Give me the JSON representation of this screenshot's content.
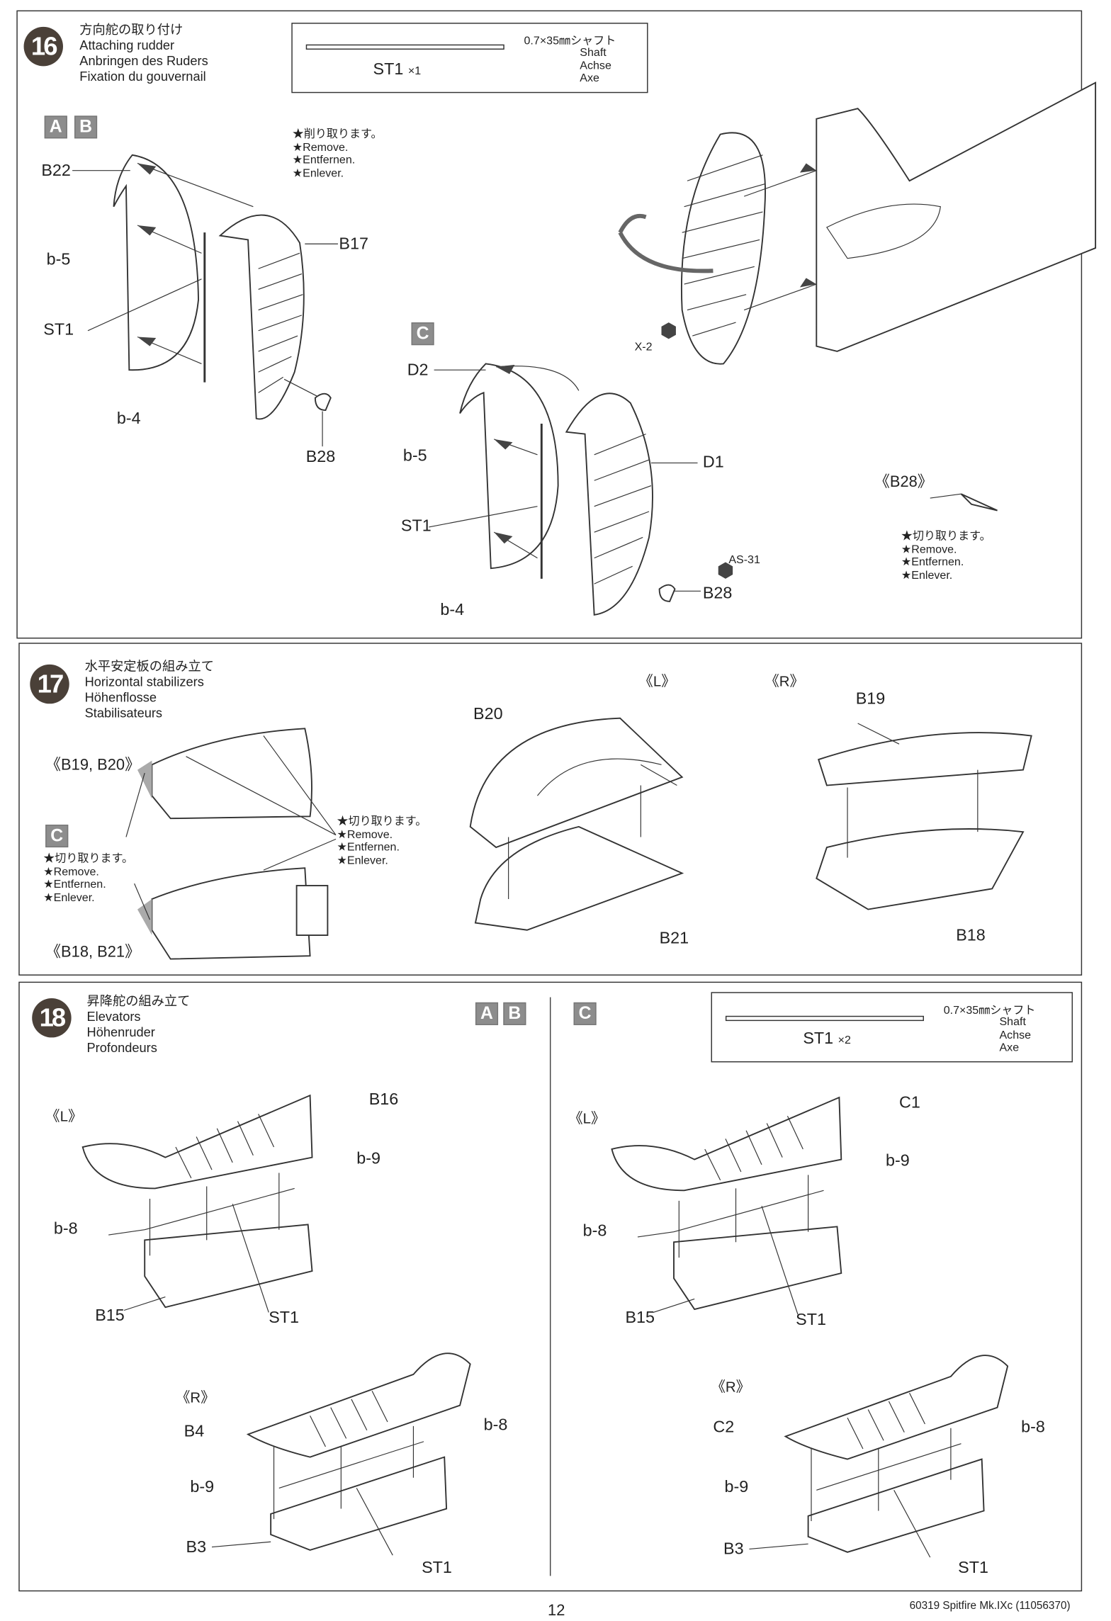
{
  "step16": {
    "number": "16",
    "title_ja": "方向舵の取り付け",
    "title_en": "Attaching rudder",
    "title_de": "Anbringen des Ruders",
    "title_fr": "Fixation du gouvernail",
    "shaft": {
      "spec": "0.7×35㎜シャフト",
      "en": "Shaft",
      "de": "Achse",
      "fr": "Axe",
      "part": "ST1",
      "qty": "×1"
    },
    "badges_ab": [
      "A",
      "B"
    ],
    "badge_c": "C",
    "labels": {
      "b22": "B22",
      "b5": "b-5",
      "st1": "ST1",
      "b4": "b-4",
      "b17": "B17",
      "b28": "B28",
      "d2": "D2",
      "d1": "D1",
      "as31": "AS-31",
      "x2": "X-2",
      "b28_detail": "《B28》"
    },
    "remove_note_1": [
      "★削り取ります。",
      "★Remove.",
      "★Entfernen.",
      "★Enlever."
    ],
    "remove_note_2": [
      "★切り取ります。",
      "★Remove.",
      "★Entfernen.",
      "★Enlever."
    ]
  },
  "step17": {
    "number": "17",
    "title_ja": "水平安定板の組み立て",
    "title_en": "Horizontal stabilizers",
    "title_de": "Höhenflosse",
    "title_fr": "Stabilisateurs",
    "labels": {
      "b19b20": "《B19, B20》",
      "b18b21": "《B18, B21》",
      "c": "C",
      "left": "《L》",
      "right": "《R》",
      "b20": "B20",
      "b19": "B19",
      "b21": "B21",
      "b18": "B18"
    },
    "remove_note_left": [
      "★切り取ります。",
      "★Remove.",
      "★Entfernen.",
      "★Enlever."
    ],
    "remove_note_right": [
      "★切り取ります。",
      "★Remove.",
      "★Entfernen.",
      "★Enlever."
    ]
  },
  "step18": {
    "number": "18",
    "title_ja": "昇降舵の組み立て",
    "title_en": "Elevators",
    "title_de": "Höhenruder",
    "title_fr": "Profondeurs",
    "badges_ab": [
      "A",
      "B"
    ],
    "badge_c": "C",
    "shaft": {
      "spec": "0.7×35㎜シャフト",
      "en": "Shaft",
      "de": "Achse",
      "fr": "Axe",
      "part": "ST1",
      "qty": "×2"
    },
    "ab": {
      "left": "《L》",
      "b16": "B16",
      "b9": "b-9",
      "b8": "b-8",
      "b15": "B15",
      "st1": "ST1",
      "right": "《R》",
      "b4": "B4",
      "b8r": "b-8",
      "b9r": "b-9",
      "b3": "B3",
      "st1r": "ST1"
    },
    "c": {
      "left": "《L》",
      "c1": "C1",
      "b9": "b-9",
      "b8": "b-8",
      "b15": "B15",
      "st1": "ST1",
      "right": "《R》",
      "c2": "C2",
      "b8r": "b-8",
      "b9r": "b-9",
      "b3": "B3",
      "st1r": "ST1"
    }
  },
  "footer": {
    "page": "12",
    "code": "60319 Spitfire Mk.IXc (11056370)"
  }
}
